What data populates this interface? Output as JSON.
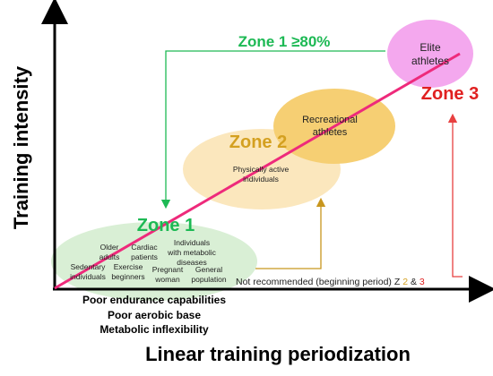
{
  "axes": {
    "y_label": "Training intensity",
    "x_label": "Linear training periodization"
  },
  "zones": {
    "zone1": {
      "label": "Zone 1",
      "color": "#1db954"
    },
    "zone2": {
      "label": "Zone 2",
      "color": "#d4a020"
    },
    "zone3": {
      "label": "Zone 3",
      "color": "#e02020"
    },
    "zone1_top": {
      "label": "Zone 1 ≥80%",
      "color": "#1db954"
    }
  },
  "groups": {
    "zone1": {
      "older_adults": [
        "Older",
        "adults"
      ],
      "cardiac_patients": [
        "Cardiac",
        "patients"
      ],
      "metabolic": [
        "Individuals",
        "with metabolic",
        "diseases"
      ],
      "sedentary": [
        "Sedentary",
        "individuals"
      ],
      "exercise_beginners": [
        "Exercise",
        "beginners"
      ],
      "pregnant": [
        "Pregnant",
        "woman"
      ],
      "general_population": [
        "General",
        "population"
      ]
    },
    "zone2": [
      "Physically active",
      "individuals"
    ],
    "recreational": [
      "Recreational",
      "athletes"
    ],
    "elite": [
      "Elite",
      "athletes"
    ]
  },
  "characteristics": [
    "Poor endurance capabilities",
    "Poor aerobic base",
    "Metabolic inflexibility"
  ],
  "not_recommended": {
    "prefix": "Not recommended (beginning period) Z ",
    "z2": "2",
    "amp": " & ",
    "z3": "3"
  },
  "colors": {
    "diagonal": "#ee2a7b",
    "zone1_ellipse": "#d9efd5",
    "zone2_ellipse": "#fbe7bd",
    "recreational_ellipse": "#f6cf73",
    "elite_ellipse": "#f4a8ee",
    "green_arrow": "#1db954",
    "gold_arrow": "#c8961e",
    "red_arrow": "#e84040"
  }
}
